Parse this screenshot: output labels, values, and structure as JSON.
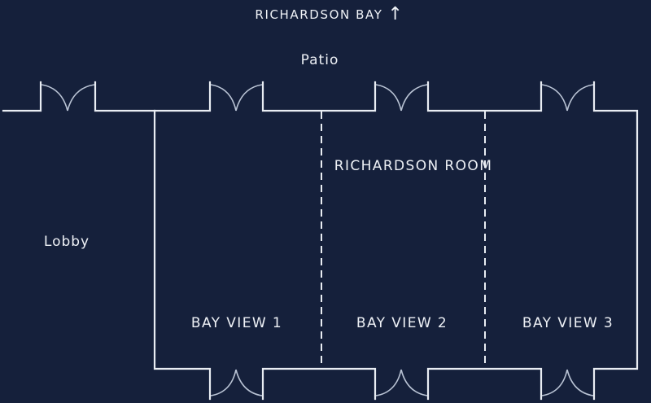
{
  "colors": {
    "background": "#15203b",
    "wall": "#e9edf3",
    "door_swing": "#b9c3d4",
    "text": "#eef1f6"
  },
  "compass": {
    "label": "RICHARDSON BAY",
    "arrow": "↑"
  },
  "areas": {
    "patio": "Patio",
    "lobby": "Lobby",
    "main_room": "RICHARDSON ROOM",
    "sections": [
      {
        "label": "BAY VIEW 1"
      },
      {
        "label": "BAY VIEW 2"
      },
      {
        "label": "BAY VIEW 3"
      }
    ]
  },
  "doors": {
    "top": [
      "lobby-patio-door",
      "bay-view-1-patio-door",
      "bay-view-2-patio-door",
      "bay-view-3-patio-door"
    ],
    "bottom": [
      "bay-view-1-door",
      "bay-view-2-door",
      "bay-view-3-door"
    ]
  }
}
